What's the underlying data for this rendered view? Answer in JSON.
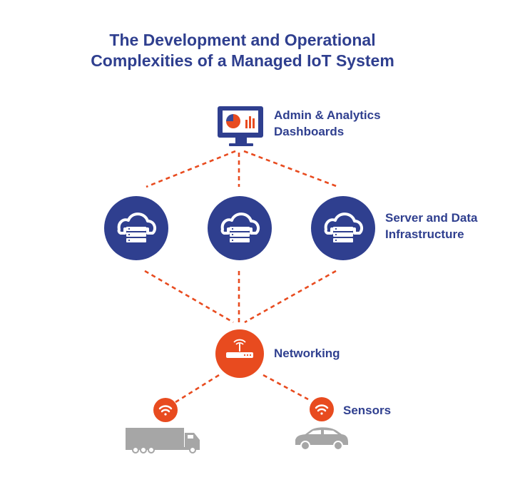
{
  "title": {
    "line1": "The Development and Operational",
    "line2": "Complexities of a Managed IoT System"
  },
  "labels": {
    "dashboards": {
      "line1": "Admin & Analytics",
      "line2": "Dashboards"
    },
    "servers": {
      "line1": "Server and Data",
      "line2": "Infrastructure"
    },
    "networking": "Networking",
    "sensors": "Sensors"
  },
  "colors": {
    "navy": "#2f3f8f",
    "orange": "#e84b1f",
    "gray": "#a6a6a6",
    "white": "#ffffff"
  },
  "icons": {
    "dashboard": "monitor-analytics-icon",
    "server": "cloud-server-icon",
    "router": "router-icon",
    "wifi": "wifi-icon",
    "truck": "truck-icon",
    "car": "car-icon"
  }
}
